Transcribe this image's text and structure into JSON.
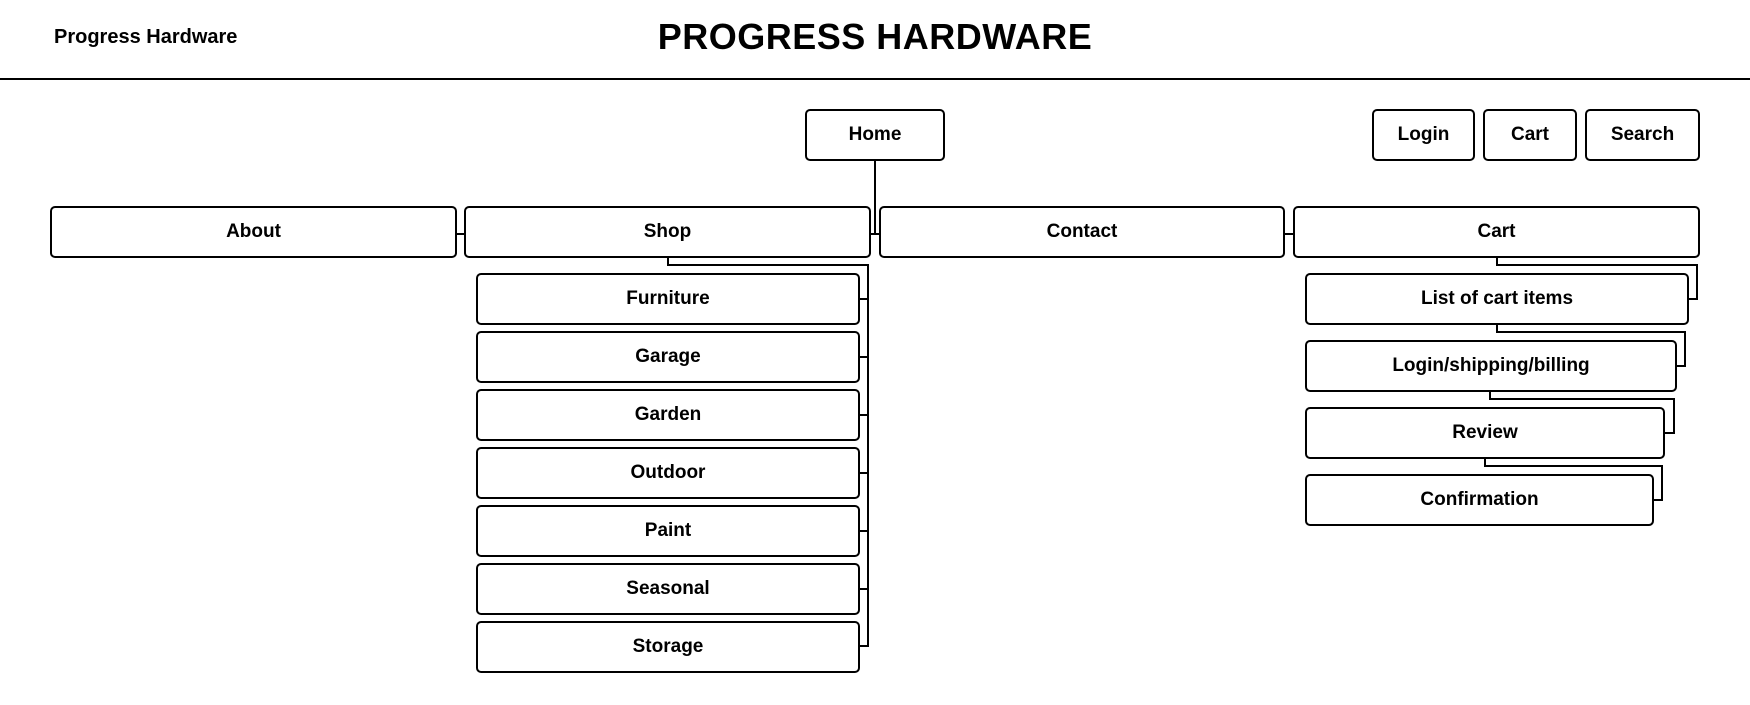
{
  "header": {
    "brand": "Progress Hardware",
    "title": "PROGRESS HARDWARE"
  },
  "nav": {
    "home": "Home",
    "utility": [
      "Login",
      "Cart",
      "Search"
    ]
  },
  "sections": {
    "about": "About",
    "shop": "Shop",
    "contact": "Contact",
    "cart": "Cart"
  },
  "shop_items": [
    "Furniture",
    "Garage",
    "Garden",
    "Outdoor",
    "Paint",
    "Seasonal",
    "Storage"
  ],
  "cart_steps": [
    "List of cart items",
    "Login/shipping/billing",
    "Review",
    "Confirmation"
  ]
}
